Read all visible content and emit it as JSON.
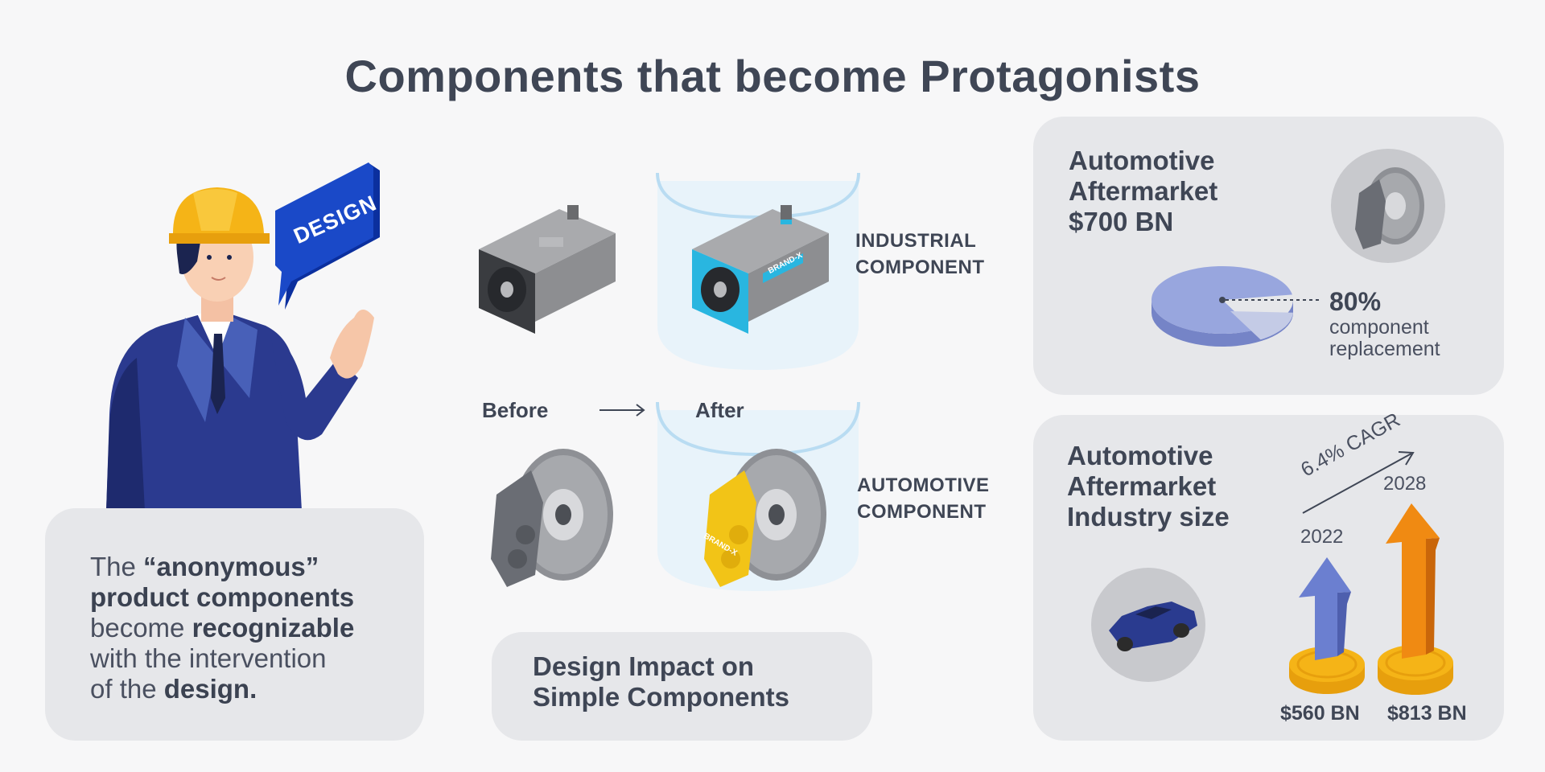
{
  "title": "Components that become Protagonists",
  "designBubble": "DESIGN",
  "leftPanel": {
    "line1_light": "The ",
    "line1_bold": "“anonymous”",
    "line2_bold": "product components",
    "line3_light": "become ",
    "line3_bold": "recognizable",
    "line4_light": "with the intervention",
    "line5_light": "of the ",
    "line5_bold": "design."
  },
  "labels": {
    "before": "Before",
    "after": "After",
    "industrial1": "INDUSTRIAL",
    "industrial2": "COMPONENT",
    "automotive1": "AUTOMOTIVE",
    "automotive2": "COMPONENT",
    "brand": "BRAND-X"
  },
  "midPanel": {
    "line1": "Design Impact on",
    "line2": "Simple Components"
  },
  "topRight": {
    "title1": "Automotive",
    "title2": "Aftermarket",
    "title3": "$700 BN",
    "percent": "80%",
    "desc1": "component",
    "desc2": "replacement",
    "share": 0.8
  },
  "bottomRight": {
    "title1": "Automotive",
    "title2": "Aftermarket",
    "title3": "Industry size",
    "cagr": "6.4% CAGR",
    "year1": "2022",
    "year2": "2028",
    "value1": "$560 BN",
    "value2": "$813 BN"
  },
  "colors": {
    "text": "#3f4655",
    "panel": "#e6e7ea",
    "blue": "#6b7fd0",
    "orange": "#f08a12",
    "gold": "#f5b417",
    "navy": "#2a3b8f",
    "cyan": "#29b6e0",
    "yellow": "#f2c417"
  }
}
